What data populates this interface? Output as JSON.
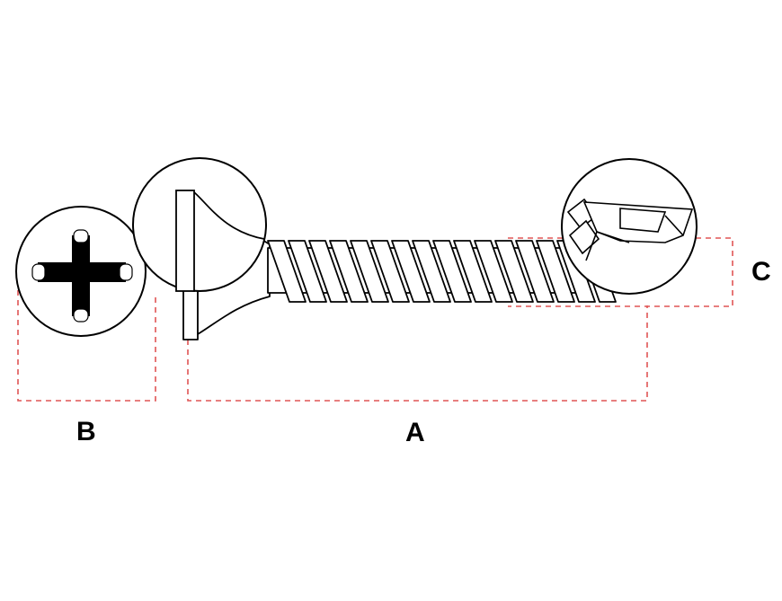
{
  "labels": {
    "a": "A",
    "b": "B",
    "c": "C"
  },
  "colors": {
    "line": "#000000",
    "dimension": "#e05555",
    "background": "#ffffff"
  },
  "icons": {
    "head_view": "phillips-head-icon",
    "head_detail": "bugle-head-detail-icon",
    "tip_detail": "drill-tip-detail-icon"
  }
}
